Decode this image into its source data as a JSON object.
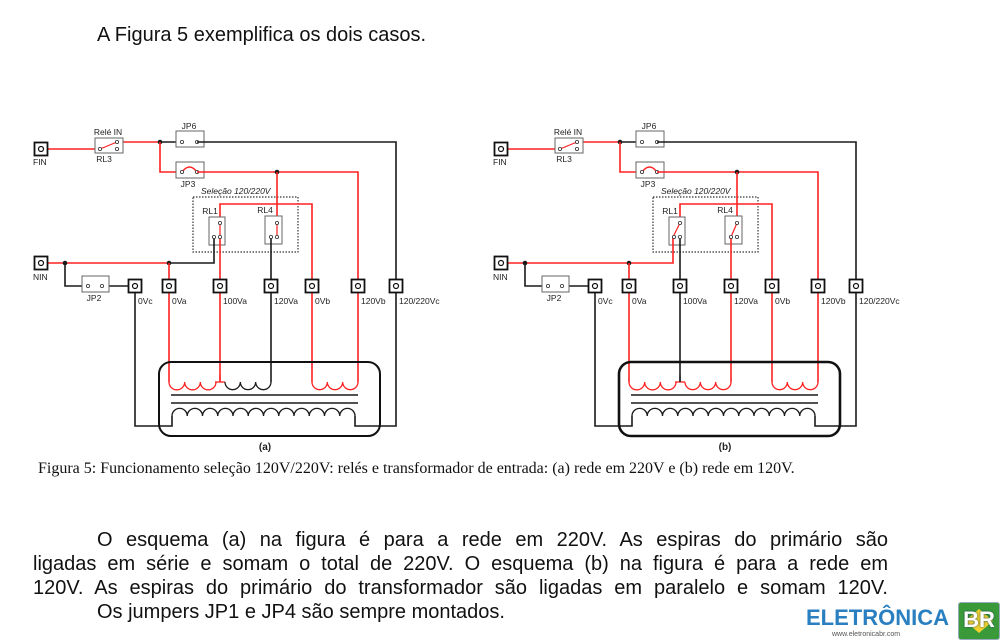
{
  "intro": "A Figura 5 exemplifica os dois casos.",
  "figure": {
    "colors": {
      "live": "#ff2020",
      "wire": "#1a1a1a",
      "box": "#666666"
    },
    "labels": {
      "fin": "FIN",
      "nin": "NIN",
      "rele_in": "Relé IN",
      "rl3": "RL3",
      "jp6": "JP6",
      "jp3": "JP3",
      "jp2": "JP2",
      "selection": "Seleção 120/220V",
      "rl1": "RL1",
      "rl4": "RL4"
    },
    "terminals": [
      "0Vc",
      "0Va",
      "100Va",
      "120Va",
      "0Vb",
      "120Vb",
      "120/220Vc"
    ],
    "panels": [
      {
        "id": "a",
        "label": "(a)",
        "mode": "220V"
      },
      {
        "id": "b",
        "label": "(b)",
        "mode": "120V"
      }
    ]
  },
  "caption": "Figura 5: Funcionamento seleção 120V/220V: relés e transformador de entrada: (a) rede em 220V e (b) rede em 120V.",
  "paragraph": [
    "O esquema (a) na figura é para a rede em 220V. As espiras do primário são",
    "ligadas em série e somam o total de 220V. O esquema (b) na figura  é para a rede em",
    "120V. As espiras do primário do transformador são ligadas em paralelo e somam 120V.",
    "Os jumpers JP1 e JP4 são sempre montados."
  ],
  "logo": {
    "text": "ELETRÔNICA",
    "badge": "BR",
    "url": "www.eletronicabr.com"
  }
}
